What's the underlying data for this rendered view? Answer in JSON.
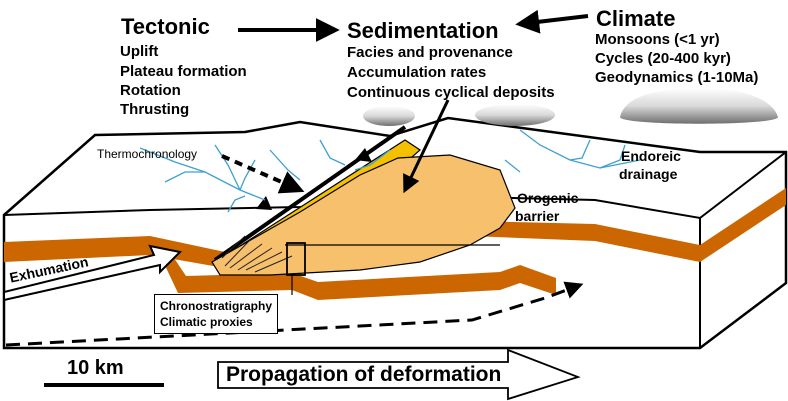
{
  "tectonic": {
    "title": "Tectonic",
    "items": [
      "Uplift",
      "Plateau formation",
      "Rotation",
      "Thrusting"
    ]
  },
  "sedimentation": {
    "title": "Sedimentation",
    "items": [
      "Facies and provenance",
      "Accumulation rates",
      "Continuous cyclical deposits"
    ]
  },
  "climate": {
    "title": "Climate",
    "items": [
      "Monsoons (<1 yr)",
      "Cycles (20-400 kyr)",
      "Geodynamics (1-10Ma)"
    ]
  },
  "labels": {
    "thermochronology": "Thermochronology",
    "endoreic_line1": "Endoreic",
    "endoreic_line2": "drainage",
    "orogenic_line1": "Orogenic",
    "orogenic_line2": "barrier",
    "exhumation": "Exhumation",
    "chrono_line1": "Chronostratigraphy",
    "chrono_line2": "Climatic proxies"
  },
  "scale_bar": {
    "label": "10 km"
  },
  "propagation": {
    "label": "Propagation of deformation"
  },
  "colors": {
    "strata_band": "#cc6600",
    "basin_fill": "#f6c06c",
    "basin_edge": "#f5c000",
    "drainage": "#3fa0d0",
    "outline": "#000000"
  }
}
